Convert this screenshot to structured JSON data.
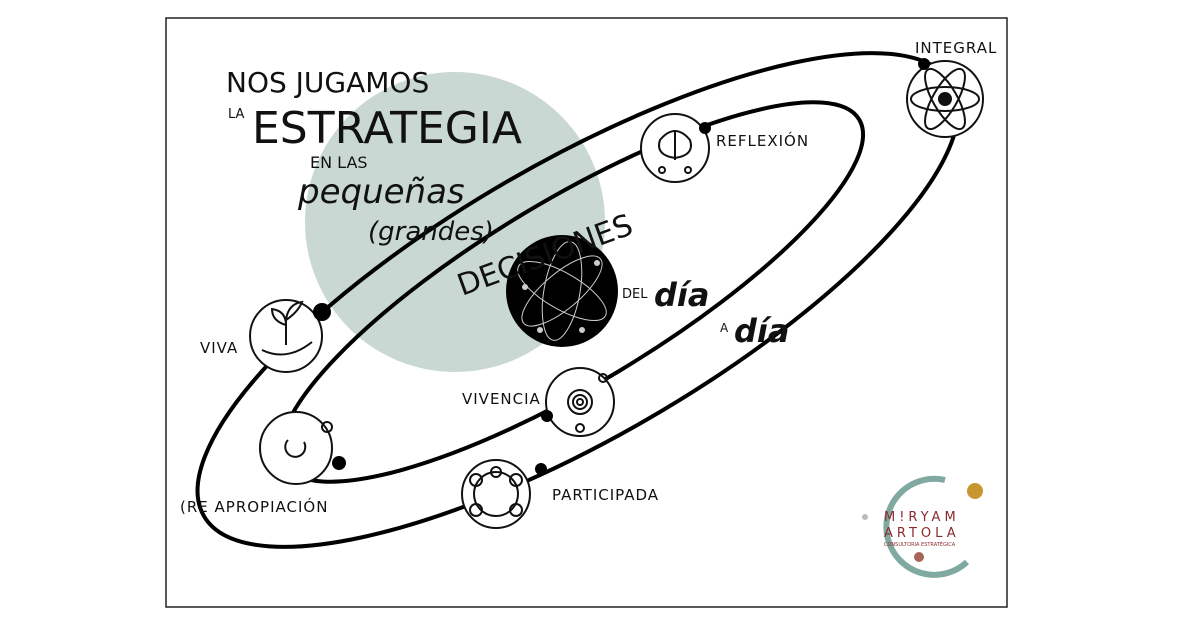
{
  "title": {
    "line1": "NOS JUGAMOS",
    "la": "LA",
    "estrategia": "ESTRATEGIA",
    "en_las": "EN LAS",
    "pequenas": "pequeñas",
    "grandes": "(grandes)",
    "decisiones": "DECISIONES",
    "del": "DEL",
    "dia1": "día",
    "a": "A",
    "dia2": "día"
  },
  "stages": [
    {
      "label": "INTEGRAL",
      "icon": "atom-icon"
    },
    {
      "label": "REFLEXIÓN",
      "icon": "brain-icon"
    },
    {
      "label": "VIVA",
      "icon": "plant-in-hand-icon"
    },
    {
      "label": "VIVENCIA",
      "icon": "spiral-icon"
    },
    {
      "label": "(RE APROPIACIÓN",
      "icon": "cycle-icon"
    },
    {
      "label": "PARTICIPADA",
      "icon": "group-circle-icon"
    }
  ],
  "logo": {
    "name1": "M!RYAM",
    "name2": "ARTOLA",
    "tagline": "CONSULTORIA ESTRATÉGICA"
  },
  "colors": {
    "blob": "#c9d8d3",
    "logo_ring": "#7fa9a1",
    "logo_text": "#8b2a2e",
    "dot_gold": "#c8962e",
    "dot_rose": "#a8645a",
    "dot_grey": "#bcbcbc"
  }
}
